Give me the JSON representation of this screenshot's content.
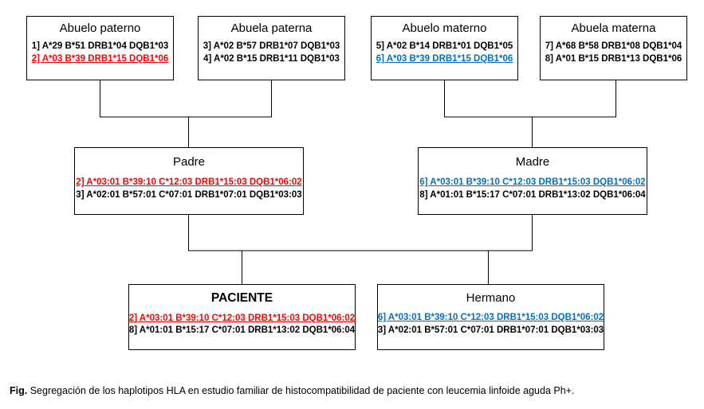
{
  "figure": {
    "caption_prefix": "Fig.",
    "caption_text": "Segregación de los haplotipos HLA en estudio familiar de histocompatibilidad de paciente con leucemia linfoide aguda Ph+."
  },
  "colors": {
    "paternal_haplotype": "#ff0000",
    "maternal_haplotype": "#0070c0",
    "default_text": "#000000",
    "border": "#000000",
    "background": "#ffffff"
  },
  "pedigree": {
    "generation1": {
      "abuelo_paterno": {
        "title": "Abuelo paterno",
        "haplotypes": [
          {
            "label": "1] A*29 B*51 DRB1*04 DQB1*03",
            "style": "plain"
          },
          {
            "label": "2] A*03 B*39 DRB1*15 DQB1*06",
            "style": "red"
          }
        ]
      },
      "abuela_paterna": {
        "title": "Abuela paterna",
        "haplotypes": [
          {
            "label": "3] A*02 B*57 DRB1*07 DQB1*03",
            "style": "plain"
          },
          {
            "label": "4] A*02 B*15 DRB1*11 DQB1*03",
            "style": "plain"
          }
        ]
      },
      "abuelo_materno": {
        "title": "Abuelo materno",
        "haplotypes": [
          {
            "label": "5] A*02 B*14 DRB1*01 DQB1*05",
            "style": "plain"
          },
          {
            "label": "6] A*03 B*39 DRB1*15 DQB1*06",
            "style": "blue"
          }
        ]
      },
      "abuela_materna": {
        "title": "Abuela materna",
        "haplotypes": [
          {
            "label": "7] A*68 B*58 DRB1*08 DQB1*04",
            "style": "plain"
          },
          {
            "label": "8] A*01 B*15 DRB1*13 DQB1*06",
            "style": "plain"
          }
        ]
      }
    },
    "generation2": {
      "padre": {
        "title": "Padre",
        "haplotypes": [
          {
            "label": "2] A*03:01 B*39:10 C*12:03 DRB1*15:03 DQB1*06:02",
            "style": "red"
          },
          {
            "label": "3] A*02:01 B*57:01 C*07:01 DRB1*07:01 DQB1*03:03",
            "style": "plain"
          }
        ]
      },
      "madre": {
        "title": "Madre",
        "haplotypes": [
          {
            "label": "6] A*03:01 B*39:10 C*12:03 DRB1*15:03 DQB1*06:02",
            "style": "blue"
          },
          {
            "label": "8] A*01:01 B*15:17 C*07:01 DRB1*13:02 DQB1*06:04",
            "style": "plain"
          }
        ]
      }
    },
    "generation3": {
      "paciente": {
        "title": "PACIENTE",
        "title_emphasis": true,
        "haplotypes": [
          {
            "label": "2] A*03:01 B*39:10 C*12:03 DRB1*15:03 DQB1*06:02",
            "style": "red"
          },
          {
            "label": "8] A*01:01 B*15:17 C*07:01 DRB1*13:02 DQB1*06:04",
            "style": "plain"
          }
        ]
      },
      "hermano": {
        "title": "Hermano",
        "haplotypes": [
          {
            "label": "6] A*03:01 B*39:10 C*12:03 DRB1*15:03 DQB1*06:02",
            "style": "blue"
          },
          {
            "label": "3] A*02:01 B*57:01 C*07:01 DRB1*07:01 DQB1*03:03",
            "style": "plain"
          }
        ]
      }
    }
  }
}
